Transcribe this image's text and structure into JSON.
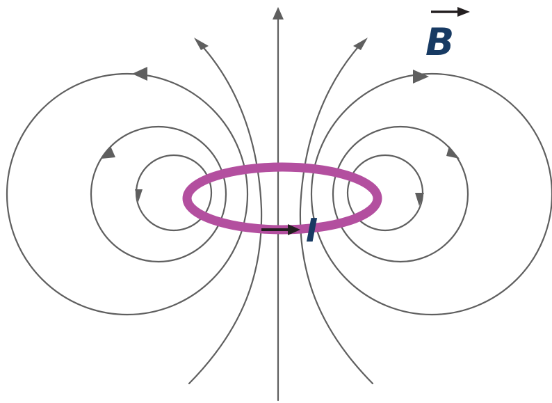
{
  "diagram": {
    "field_symbol": "B",
    "current_symbol": "I"
  },
  "colors": {
    "field_lines": "#5f5f5f",
    "loop": "#b34f9f",
    "symbols": "#173a63",
    "vector_arrows": "#231f20",
    "background": "#ffffff"
  },
  "icons": {
    "field_arrowhead": "triangle-arrowhead",
    "vector_arrow": "right-arrow"
  }
}
